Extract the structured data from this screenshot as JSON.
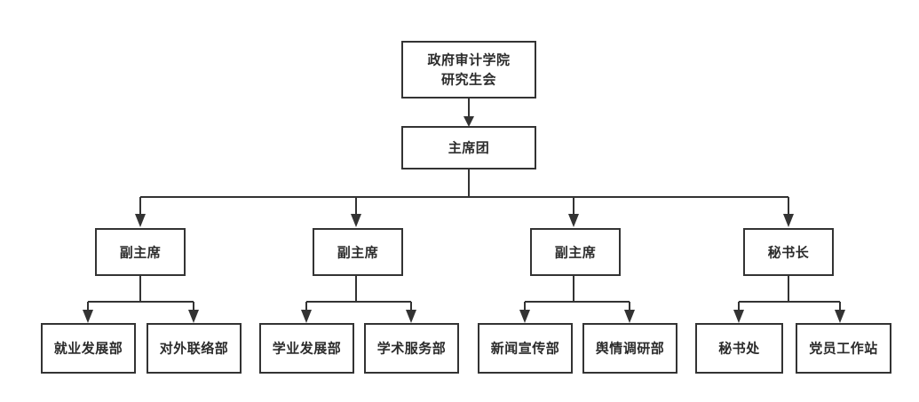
{
  "diagram": {
    "type": "organization-chart",
    "title_visible": false,
    "background_color": "#ffffff",
    "line_color": "#333333",
    "text_color": "#2b2b2b",
    "orientation": "top-down",
    "levels": [
      {
        "level": 1,
        "nodes": [
          {
            "id": "root",
            "label_line1": "政府审计学院",
            "label_line2": "研究生会"
          }
        ]
      },
      {
        "level": 2,
        "nodes": [
          {
            "id": "presidium",
            "label_line1": "主席团",
            "label_line2": ""
          }
        ]
      },
      {
        "level": 3,
        "nodes": [
          {
            "id": "vice1",
            "label_line1": "副主席",
            "label_line2": ""
          },
          {
            "id": "vice2",
            "label_line1": "副主席",
            "label_line2": ""
          },
          {
            "id": "vice3",
            "label_line1": "副主席",
            "label_line2": ""
          },
          {
            "id": "secgen",
            "label_line1": "秘书长",
            "label_line2": ""
          }
        ]
      },
      {
        "level": 4,
        "nodes": [
          {
            "id": "dept1",
            "label_line1": "就业发展部",
            "label_line2": ""
          },
          {
            "id": "dept2",
            "label_line1": "对外联络部",
            "label_line2": ""
          },
          {
            "id": "dept3",
            "label_line1": "学业发展部",
            "label_line2": ""
          },
          {
            "id": "dept4",
            "label_line1": "学术服务部",
            "label_line2": ""
          },
          {
            "id": "dept5",
            "label_line1": "新闻宣传部",
            "label_line2": ""
          },
          {
            "id": "dept6",
            "label_line1": "舆情调研部",
            "label_line2": ""
          },
          {
            "id": "dept7",
            "label_line1": "秘书处",
            "label_line2": ""
          },
          {
            "id": "dept8",
            "label_line1": "党员工作站",
            "label_line2": ""
          }
        ]
      }
    ],
    "edges": [
      {
        "from": "root",
        "to": "presidium"
      },
      {
        "from": "presidium",
        "to": "vice1"
      },
      {
        "from": "presidium",
        "to": "vice2"
      },
      {
        "from": "presidium",
        "to": "vice3"
      },
      {
        "from": "presidium",
        "to": "secgen"
      },
      {
        "from": "vice1",
        "to": "dept1"
      },
      {
        "from": "vice1",
        "to": "dept2"
      },
      {
        "from": "vice2",
        "to": "dept3"
      },
      {
        "from": "vice2",
        "to": "dept4"
      },
      {
        "from": "vice3",
        "to": "dept5"
      },
      {
        "from": "vice3",
        "to": "dept6"
      },
      {
        "from": "secgen",
        "to": "dept7"
      },
      {
        "from": "secgen",
        "to": "dept8"
      }
    ]
  }
}
